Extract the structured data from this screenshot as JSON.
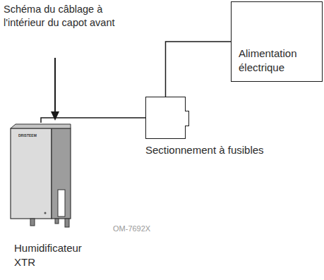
{
  "diagram": {
    "nodes": [
      {
        "text": [
          "Humidificateur XTR"
        ]
      },
      {
        "text": [
          "Sectionnement à fusibles"
        ]
      },
      {
        "text": [
          "Alimentation électrique"
        ]
      }
    ],
    "edges": [
      {
        "from": 0,
        "to": 1,
        "arrow": "none"
      },
      {
        "from": 1,
        "to": 2,
        "arrow": "none"
      }
    ],
    "labels": [
      "Schéma du câblage à l'intérieur du capot avant",
      "OM-7692X",
      "DRISTEEM"
    ]
  }
}
